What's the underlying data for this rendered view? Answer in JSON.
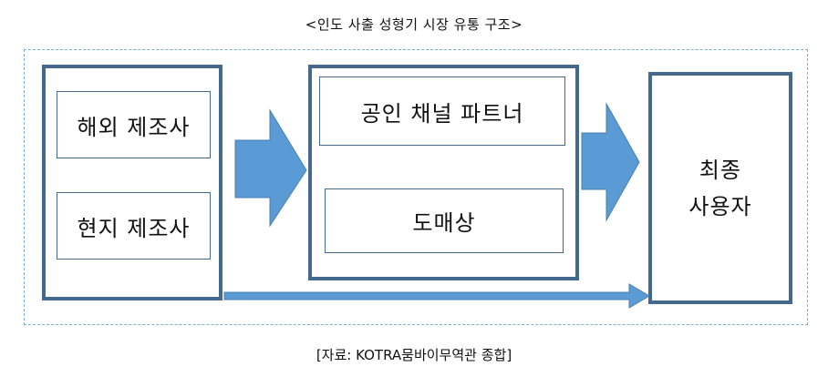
{
  "title": "<인도 사출 성형기 시장 유통 구조>",
  "source": "[자료: KOTRA뭄바이무역관 종합]",
  "manufacturers": {
    "overseas": "해외 제조사",
    "local": "현지 제조사"
  },
  "channels": {
    "partner": "공인 채널 파트너",
    "wholesaler": "도매상"
  },
  "end_user": {
    "line1": "최종",
    "line2": "사용자"
  },
  "colors": {
    "box_border": "#44698c",
    "arrow_fill": "#5b9bd5",
    "dashed_frame": "#7ab0d6"
  }
}
